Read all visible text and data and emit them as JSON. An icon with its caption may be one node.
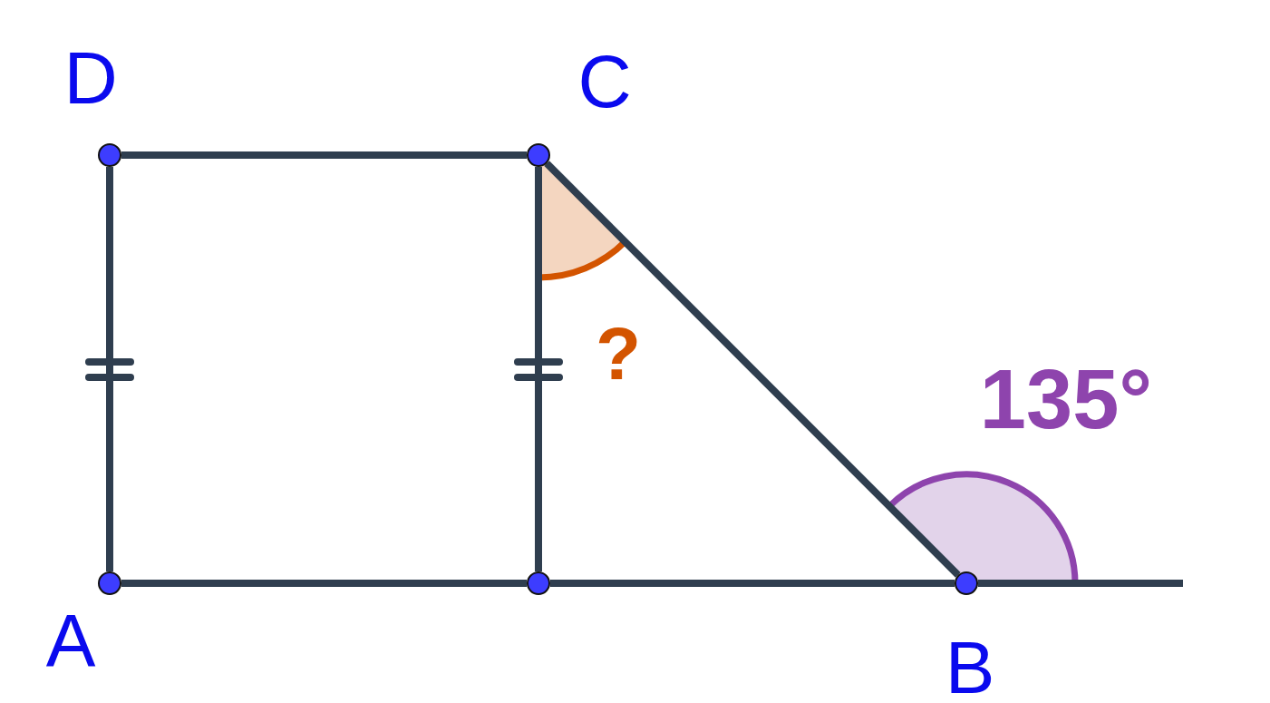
{
  "diagram": {
    "nodes": [
      {
        "text": [],
        "shape": "circle",
        "beside": [
          "D"
        ]
      },
      {
        "text": [],
        "shape": "circle",
        "beside": [
          "C"
        ]
      },
      {
        "text": [],
        "shape": "circle",
        "beside": [
          "A"
        ]
      },
      {
        "text": [],
        "shape": "circle"
      },
      {
        "text": [],
        "shape": "circle",
        "beside": [
          "B"
        ]
      }
    ],
    "edges": [
      {
        "from": 0,
        "to": 1,
        "arrow": "none"
      },
      {
        "from": 0,
        "to": 2,
        "arrow": "none"
      },
      {
        "from": 1,
        "to": 3,
        "arrow": "none"
      },
      {
        "from": 2,
        "to": 3,
        "arrow": "none"
      },
      {
        "from": 3,
        "to": 4,
        "arrow": "none"
      },
      {
        "from": 1,
        "to": 4,
        "arrow": "none"
      },
      {
        "from": 4,
        "to": null,
        "arrow": "none"
      }
    ],
    "labels": [
      "?",
      "135°"
    ]
  }
}
